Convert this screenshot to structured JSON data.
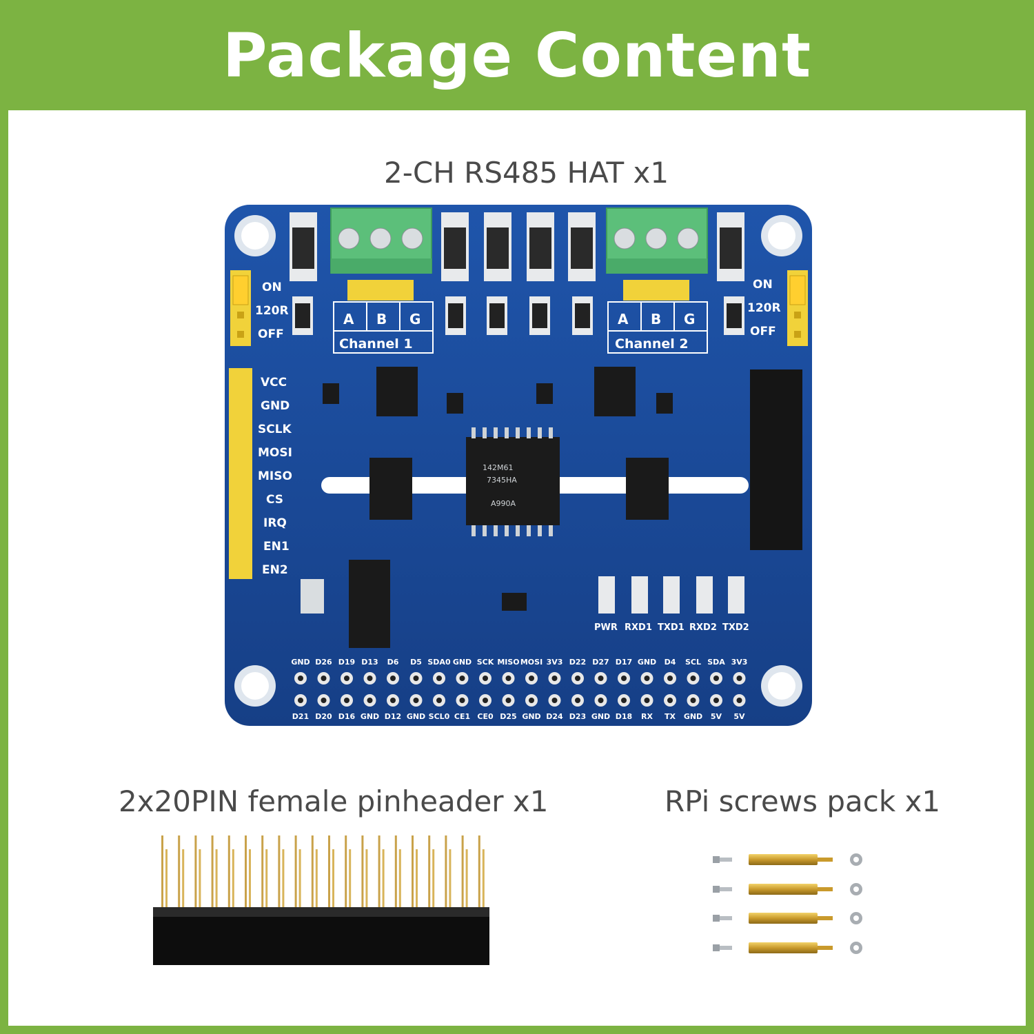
{
  "header": {
    "title": "Package Content"
  },
  "items": [
    {
      "caption": "2-CH RS485 HAT x1"
    },
    {
      "caption": "2x20PIN female pinheader x1"
    },
    {
      "caption": "RPi screws pack x1"
    }
  ],
  "board": {
    "jumper_labels": [
      "ON",
      "120R",
      "OFF"
    ],
    "terminal_pins": [
      "A",
      "B",
      "G"
    ],
    "channels": [
      "Channel 1",
      "Channel 2"
    ],
    "side_pins": [
      "VCC",
      "GND",
      "SCLK",
      "MOSI",
      "MISO",
      "CS",
      "IRQ",
      "EN1",
      "EN2"
    ],
    "leds": [
      "PWR",
      "RXD1",
      "TXD1",
      "RXD2",
      "TXD2"
    ],
    "gpio_top": [
      "GND",
      "D26",
      "D19",
      "D13",
      "D6",
      "D5",
      "SDA0",
      "GND",
      "SCK",
      "MISO",
      "MOSI",
      "3V3",
      "D22",
      "D27",
      "D17",
      "GND",
      "D4",
      "SCL",
      "SDA",
      "3V3"
    ],
    "gpio_bottom": [
      "D21",
      "D20",
      "D16",
      "GND",
      "D12",
      "GND",
      "SCL0",
      "CE1",
      "CE0",
      "D25",
      "GND",
      "D24",
      "D23",
      "GND",
      "D18",
      "RX",
      "TX",
      "GND",
      "5V",
      "5V"
    ],
    "chip_marking": [
      "142M61",
      "7345HA",
      "A990A"
    ]
  },
  "colors": {
    "banner": "#7cb342",
    "panel": "#ffffff",
    "pcb": "#1f4e9e",
    "terminal": "#5cbf7a",
    "pin_header": "#f1d23a"
  }
}
